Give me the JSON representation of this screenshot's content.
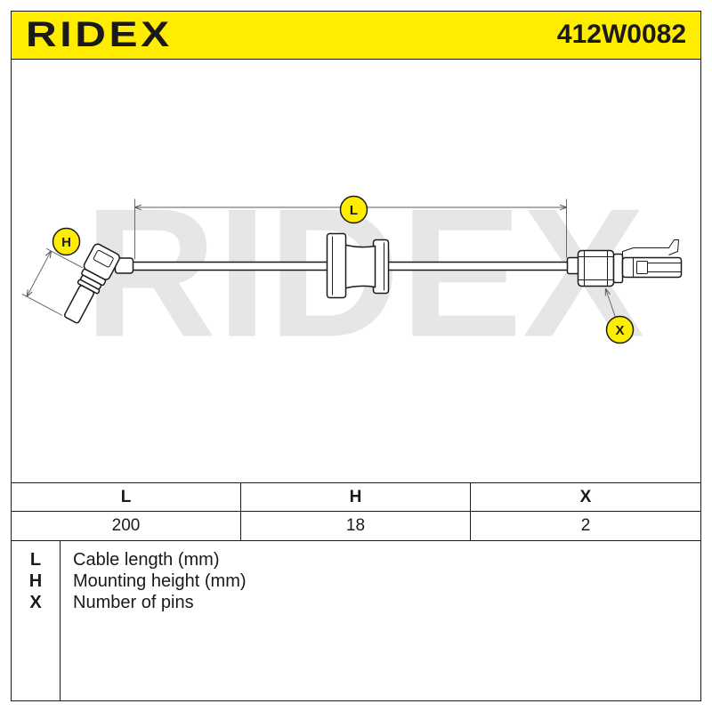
{
  "header": {
    "brand_logo": "RIDEX",
    "part_number": "412W0082"
  },
  "diagram": {
    "watermark": "RIDEX",
    "callouts": {
      "length": "L",
      "height": "H",
      "pins": "X"
    }
  },
  "spec_table": {
    "columns": [
      "L",
      "H",
      "X"
    ],
    "values": [
      "200",
      "18",
      "2"
    ]
  },
  "legend": [
    {
      "key": "L",
      "description": "Cable length (mm)"
    },
    {
      "key": "H",
      "description": "Mounting height (mm)"
    },
    {
      "key": "X",
      "description": "Number of pins"
    }
  ],
  "colors": {
    "accent": "#FFED00",
    "line": "#1a1a1a",
    "dimension": "#5a5a5a",
    "watermark": "#e6e6e6"
  }
}
